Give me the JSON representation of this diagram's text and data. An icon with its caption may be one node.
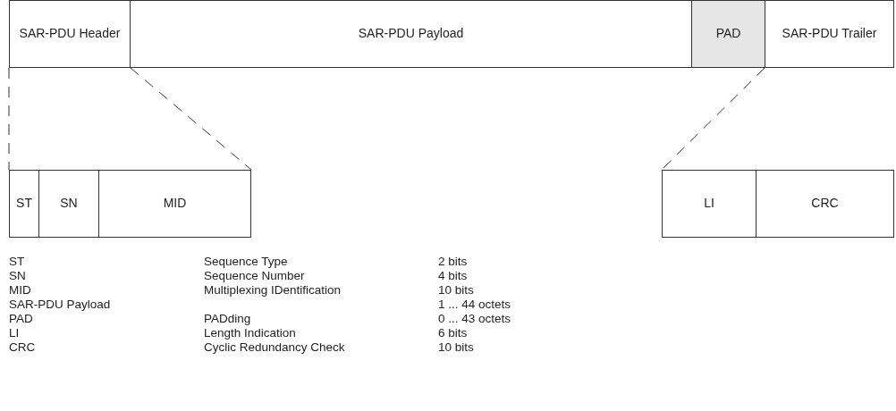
{
  "diagram": {
    "nodes": [
      {
        "text": [
          "SAR-PDU Header"
        ]
      },
      {
        "text": [
          "SAR-PDU Payload"
        ]
      },
      {
        "text": [
          "PAD"
        ]
      },
      {
        "text": [
          "SAR-PDU Trailer"
        ]
      },
      {
        "text": [
          "ST"
        ]
      },
      {
        "text": [
          "SN"
        ]
      },
      {
        "text": [
          "MID"
        ]
      },
      {
        "text": [
          "LI"
        ]
      },
      {
        "text": [
          "CRC"
        ]
      }
    ],
    "edges": [
      {
        "from": 0,
        "to": 4,
        "arrow": "none",
        "style": "dashed"
      },
      {
        "from": 0,
        "to": 6,
        "arrow": "none",
        "style": "dashed"
      },
      {
        "from": 3,
        "to": 7,
        "arrow": "none",
        "style": "dashed"
      }
    ],
    "labels": [
      "ST",
      "Sequence Type",
      "2 bits",
      "SN",
      "Sequence Number",
      "4 bits",
      "MID",
      "Multiplexing IDentification",
      "10 bits",
      "SAR-PDU Payload",
      "1 ... 44 octets",
      "PAD",
      "PADding",
      "0 ... 43 octets",
      "LI",
      "Length Indication",
      "6 bits",
      "CRC",
      "Cyclic Redundancy Check",
      "10 bits"
    ]
  }
}
